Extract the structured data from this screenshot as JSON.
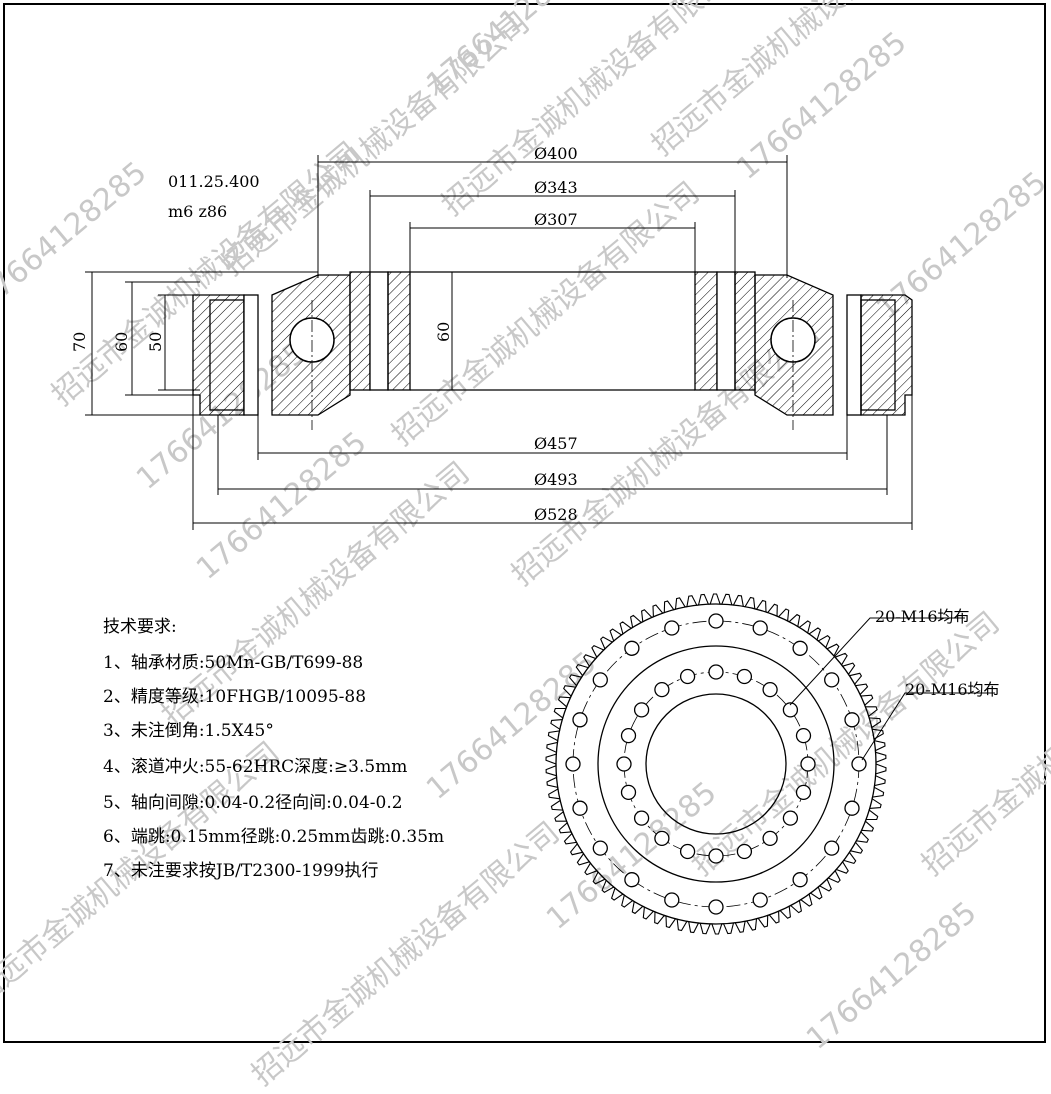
{
  "part": {
    "model": "011.25.400",
    "spec": "m6  z86"
  },
  "dimensions": {
    "d400": "Ø400",
    "d343": "Ø343",
    "d307": "Ø307",
    "d457": "Ø457",
    "d493": "Ø493",
    "d528": "Ø528",
    "h70": "70",
    "h60": "60",
    "h50": "50",
    "h60_inner": "60"
  },
  "holes": {
    "outer_label": "20-M16均布",
    "inner_label": "20-M16均布"
  },
  "requirements": {
    "title": "技术要求:",
    "items": [
      "1、轴承材质:50Mn-GB/T699-88",
      "2、精度等级:10FHGB/10095-88",
      "3、未注倒角:1.5X45°",
      "4、滚道冲火:55-62HRC深度:≥3.5mm",
      "5、轴向间隙:0.04-0.2径向间:0.04-0.2",
      "6、端跳:0.15mm径跳:0.25mm齿跳:0.35m",
      "7、未注要求按JB/T2300-1999执行"
    ]
  },
  "watermark": {
    "company": "招远市金诚机械设备有限公司",
    "phone": "17664128285"
  },
  "colors": {
    "line": "#000000",
    "watermark": "#c8c8c8"
  }
}
